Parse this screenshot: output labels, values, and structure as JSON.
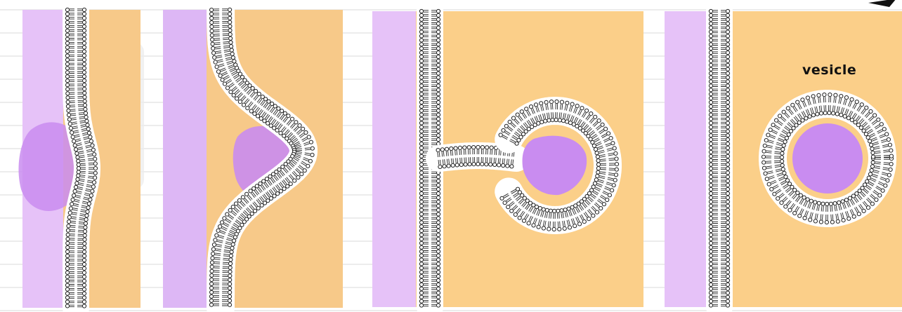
{
  "diagram": {
    "panels": [
      {
        "stage": "flat-membrane-with-cargo"
      },
      {
        "stage": "membrane-invagination"
      },
      {
        "stage": "vesicle-budding"
      },
      {
        "stage": "vesicle-released",
        "label": "vesicle"
      }
    ],
    "colors": {
      "outside": "#e8c6fa",
      "inside": "#fbcf89",
      "cargo": "#c98cf0",
      "membrane_fill": "#ffffff",
      "lipid_stroke": "#222222",
      "rule_lines": "#d6d6d6",
      "watermark": "#ebebeb"
    },
    "icons": [
      "lipid-head-icon",
      "arrow-icon"
    ]
  }
}
